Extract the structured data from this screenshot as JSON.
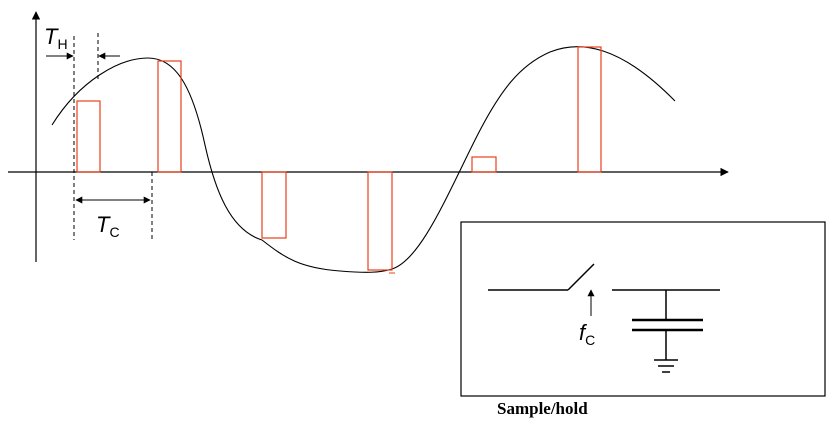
{
  "labels": {
    "hold_time_symbol": "T",
    "hold_time_subscript": "H",
    "sample_period_symbol": "T",
    "sample_period_subscript": "C",
    "clock_frequency_symbol": "f",
    "clock_frequency_subscript": "C"
  },
  "caption": "Sample/hold",
  "colors": {
    "signal": "#000000",
    "samples": "#e8401c",
    "axes": "#000000"
  }
}
